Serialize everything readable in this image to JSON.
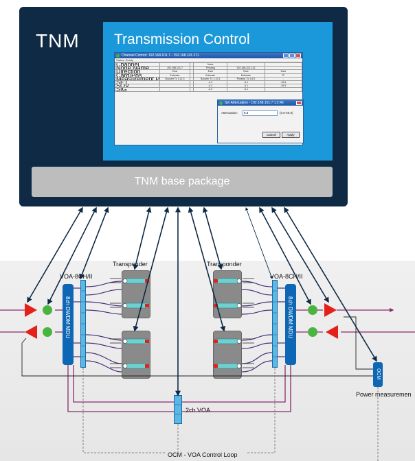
{
  "tnm": {
    "title": "TNM",
    "transmission_control_title": "Transmission Control",
    "base_package": "TNM base package"
  },
  "channel_control_window": {
    "title": "Channel Control: 192.168.101.7 - 192.168.101.211",
    "status": "Status: Ready",
    "rows": [
      [
        "Channel",
        "",
        "",
        "Node",
        "",
        ""
      ],
      [
        "Node Name",
        "192.168.101.7",
        "",
        "Pending",
        "192.168.101.213",
        ""
      ],
      [
        "Direction",
        "East",
        "",
        "East",
        "East",
        "East"
      ],
      [
        "Card/Pos",
        "Estimate",
        "",
        "Estimate",
        "Estimate",
        "7F"
      ],
      [
        "Measurement Point",
        "Booster Tx 1:11:3",
        "",
        "Booster Tx 1:12:3",
        "Preamp Tx 1:5:3",
        "-"
      ],
      [
        "SET",
        "",
        "",
        "-4.2",
        "-4.1",
        "-15.6"
      ],
      [
        "SOV",
        "",
        "",
        "-4.2",
        "-4.1",
        "-25.5"
      ],
      [
        "SIG",
        "",
        "",
        "-4.2",
        "-4.1",
        ""
      ]
    ]
  },
  "attenuation_dialog": {
    "title": "Set Attenuation - 192.168.101.7:1:2:46",
    "field_label": "Attenuation:",
    "field_value": "5.6",
    "range": "(0.0-20.0)",
    "cancel": "Cancel",
    "apply": "Apply"
  },
  "diagram": {
    "labels": {
      "transponder_left": "Transponder",
      "transponder_right": "Transponder",
      "voa_left": "VOA-8CH/II",
      "voa_right": "VOA-8CH/II",
      "mdu_left": "8ch DWDM MDU",
      "mdu_right": "8ch DWDM MDU",
      "ocm": "OCM",
      "power_measurement": "Power measuremen",
      "voa_2ch": "2ch VOA",
      "control_loop": "OCM - VOA Control Loop"
    },
    "colors": {
      "amplifier": "#e32119",
      "monitor": "#49b540",
      "fiber": "#8b2a6e",
      "mdu": "#0d67b5",
      "link": "#0f2a45"
    }
  }
}
